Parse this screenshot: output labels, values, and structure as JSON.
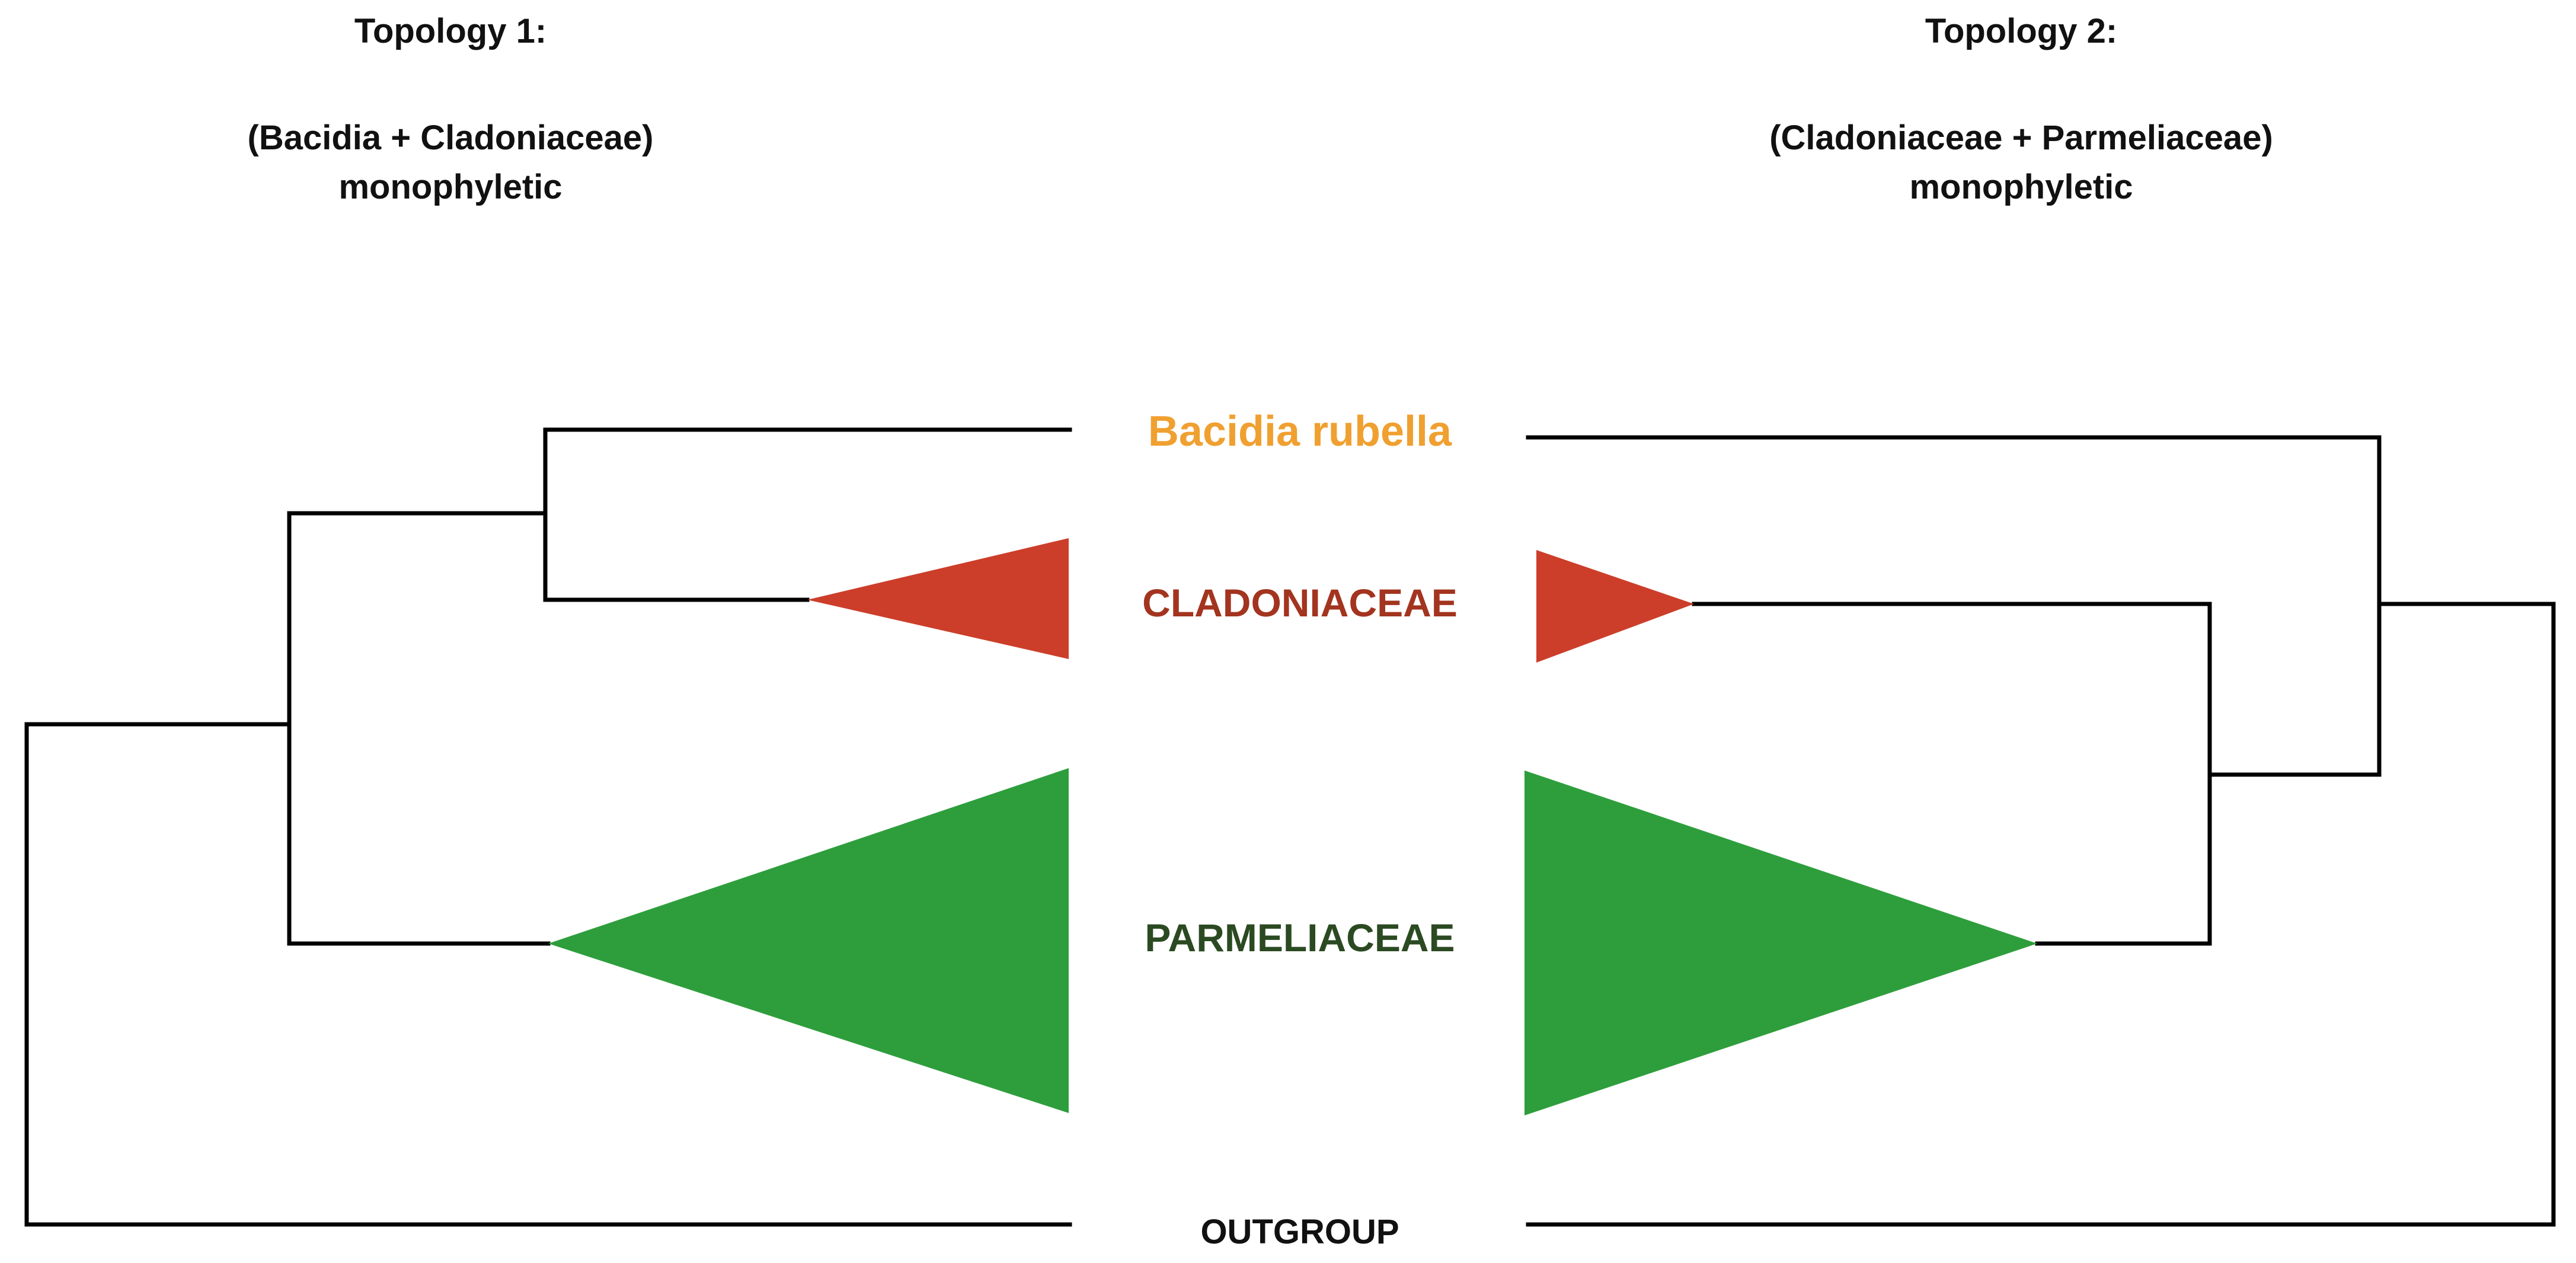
{
  "topology_1": {
    "title": "Topology 1:",
    "grouping": "(Bacidia + Cladoniaceae)",
    "status": "monophyletic"
  },
  "topology_2": {
    "title": "Topology 2:",
    "grouping": "(Cladoniaceae + Parmeliaceae)",
    "status": "monophyletic"
  },
  "taxa": {
    "bacidia": {
      "label": "Bacidia rubella",
      "color": "#f0a030"
    },
    "cladoniaceae": {
      "label": "CLADONIACEAE",
      "color": "#a3341f",
      "clade_color": "#cc3e2a"
    },
    "parmeliaceae": {
      "label": "PARMELIACEAE",
      "color": "#2b4a22",
      "clade_color": "#2e9e3c"
    },
    "outgroup": {
      "label": "OUTGROUP",
      "color": "#111111"
    }
  }
}
